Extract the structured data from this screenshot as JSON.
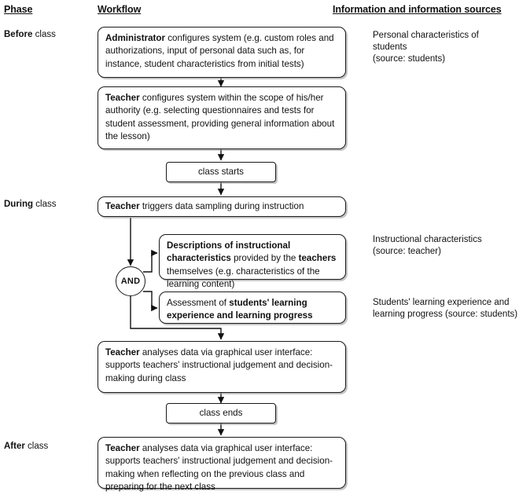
{
  "headers": {
    "phase": "Phase",
    "workflow": "Workflow",
    "info": "Information and information sources"
  },
  "phases": [
    {
      "strong": "Before",
      "rest": " class"
    },
    {
      "strong": "During",
      "rest": " class"
    },
    {
      "strong": "After",
      "rest": " class"
    }
  ],
  "nodes": {
    "admin": {
      "label": "Administrator configures system (e.g. custom roles and authorizations, input of personal data such as, for instance, student characteristics from initial tests)",
      "bold_prefix": "Administrator",
      "rest": " configures system (e.g. custom roles and authorizations, input of personal data such as, for instance, student characteristics from initial tests)"
    },
    "teacher_config": {
      "bold_prefix": "Teacher",
      "rest": " configures system within the scope of his/her authority (e.g. selecting questionnaires and tests for student assessment, providing general information about the lesson)"
    },
    "class_starts": {
      "label": "class starts"
    },
    "teacher_triggers": {
      "bold_prefix": "Teacher",
      "rest": " triggers data sampling during instruction"
    },
    "and_gate": {
      "label": "AND"
    },
    "descriptions": {
      "seg1_bold": "Descriptions of instructional characteristics",
      "seg2": " provided by the ",
      "seg3_bold": "teachers",
      "seg4": " themselves (e.g. characteristics of the learning content)"
    },
    "assessment": {
      "seg1": "Assessment of ",
      "seg2_bold": "students' learning experience and learning progress"
    },
    "teacher_analyses_during": {
      "bold_prefix": "Teacher",
      "rest": " analyses data via graphical user interface: supports teachers' instructional judgement and decision-making during class"
    },
    "class_ends": {
      "label": "class ends"
    },
    "teacher_analyses_after": {
      "bold_prefix": "Teacher",
      "rest": " analyses data via graphical user interface: supports teachers' instructional judgement and decision-making when reflecting on the previous class and preparing for the next class"
    }
  },
  "info_notes": [
    "Personal characteristics of students\n(source: students)",
    "Instructional characteristics\n(source: teacher)",
    "Students' learning experience and\nlearning progress (source: students)"
  ],
  "colors": {
    "stroke": "#1a1a1a",
    "text": "#111111",
    "background": "#ffffff",
    "shadow": "#969696"
  }
}
